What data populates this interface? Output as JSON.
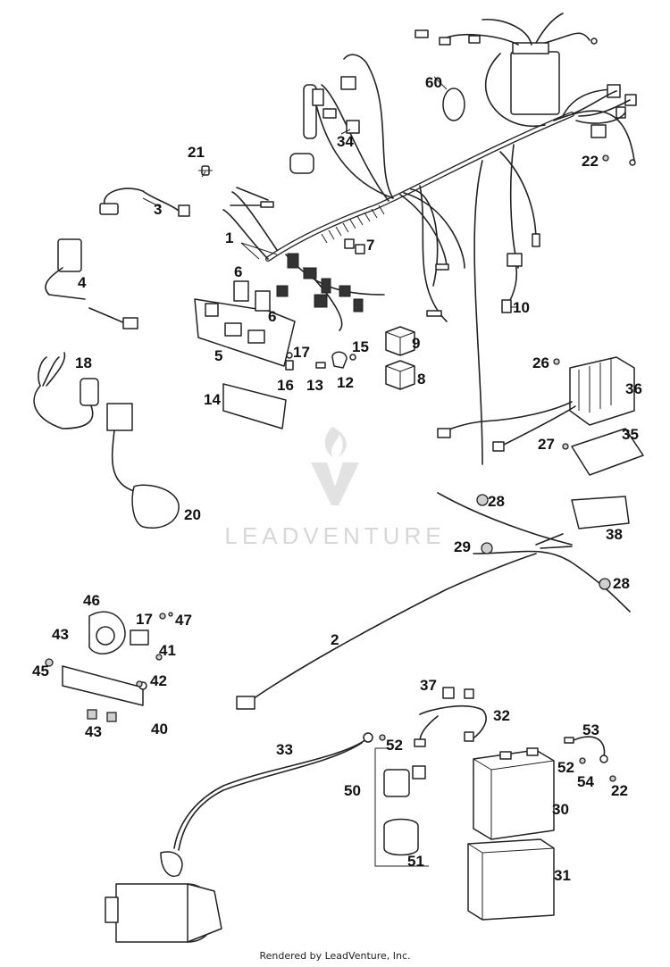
{
  "diagram": {
    "watermark": {
      "brand": "LEADVENTURE",
      "logo": "leadventure-flame-v-logo"
    },
    "footer": "Rendered by LeadVenture, Inc.",
    "callouts": {
      "c1": "1",
      "c2": "2",
      "c3": "3",
      "c4": "4",
      "c5": "5",
      "c6a": "6",
      "c6b": "6",
      "c7": "7",
      "c8": "8",
      "c9": "9",
      "c10": "10",
      "c12": "12",
      "c13": "13",
      "c14": "14",
      "c15": "15",
      "c16": "16",
      "c17a": "17",
      "c17b": "17",
      "c18": "18",
      "c20": "20",
      "c21": "21",
      "c22a": "22",
      "c22b": "22",
      "c26": "26",
      "c27": "27",
      "c28a": "28",
      "c28b": "28",
      "c29": "29",
      "c30": "30",
      "c31": "31",
      "c32": "32",
      "c33": "33",
      "c34": "34",
      "c35": "35",
      "c36": "36",
      "c37": "37",
      "c38": "38",
      "c40": "40",
      "c41": "41",
      "c42": "42",
      "c43a": "43",
      "c43b": "43",
      "c45": "45",
      "c46": "46",
      "c47": "47",
      "c50": "50",
      "c51": "51",
      "c52a": "52",
      "c52b": "52",
      "c53": "53",
      "c54": "54",
      "c60": "60"
    }
  }
}
